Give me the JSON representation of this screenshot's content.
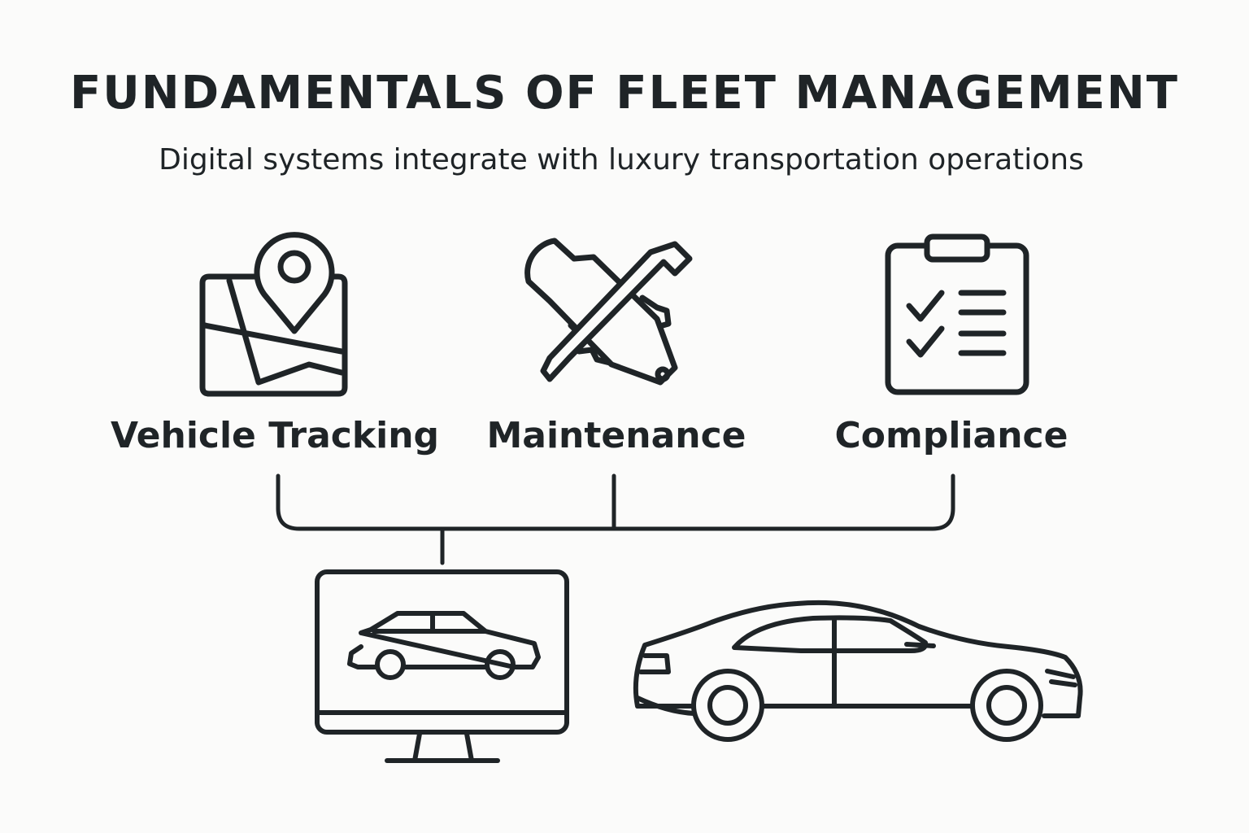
{
  "title": "FUNDAMENTALS OF FLEET MANAGEMENT",
  "subtitle": "Digital systems integrate with luxury transportation operations",
  "pillars": [
    {
      "label": "Vehicle Tracking",
      "icon": "map-pin-icon"
    },
    {
      "label": "Maintenance",
      "icon": "wrench-screwdriver-icon"
    },
    {
      "label": "Compliance",
      "icon": "clipboard-checklist-icon"
    }
  ],
  "bottom": {
    "monitor_icon": "monitor-car-icon",
    "car_icon": "sedan-car-icon"
  },
  "colors": {
    "ink": "#1f2427",
    "background": "#fbfbfa"
  }
}
